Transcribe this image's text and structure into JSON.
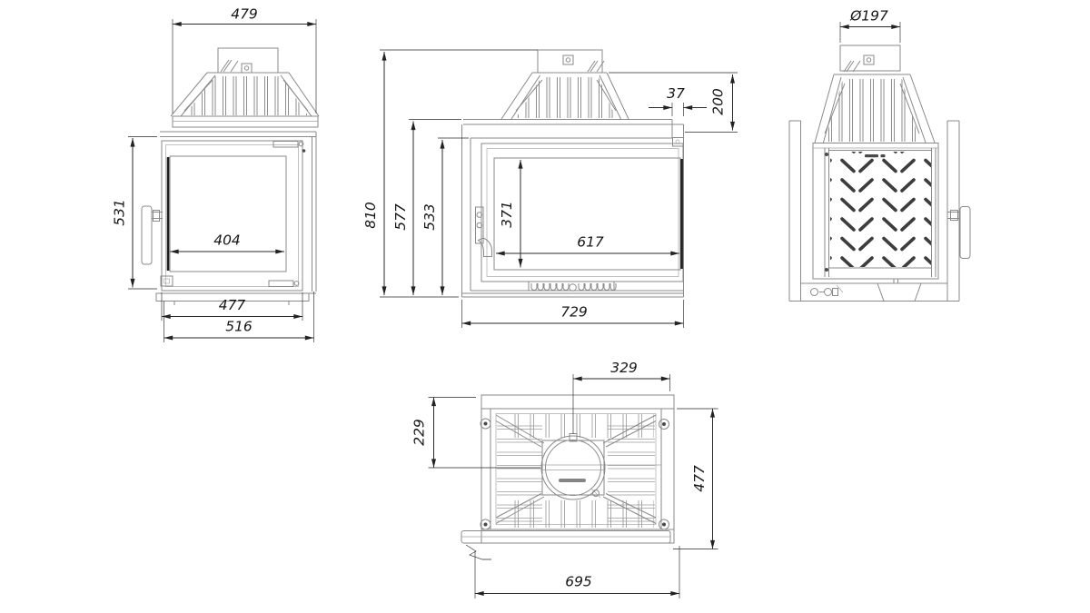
{
  "drawing": {
    "colors": {
      "background": "#ffffff",
      "geometry_line": "#8a8a8a",
      "dimension_line": "#2a2a2a",
      "pattern_dash": "#3d3d3d"
    },
    "views": {
      "side_left": {
        "dims": {
          "top_width": "479",
          "height": "531",
          "glass_width": "404",
          "body_depth": "477",
          "overall_depth": "516"
        }
      },
      "front": {
        "dims": {
          "overall_height": "810",
          "body_height": "577",
          "firebox_height": "533",
          "glass_height": "371",
          "glass_width": "617",
          "overall_width": "729",
          "flue_step": "37",
          "canopy_height": "200"
        }
      },
      "side_right": {
        "dims": {
          "flue_diameter": "Ø197"
        }
      },
      "top": {
        "dims": {
          "flue_center_from_right": "329",
          "flue_center_from_rear": "229",
          "depth": "477",
          "width": "695"
        }
      }
    }
  }
}
